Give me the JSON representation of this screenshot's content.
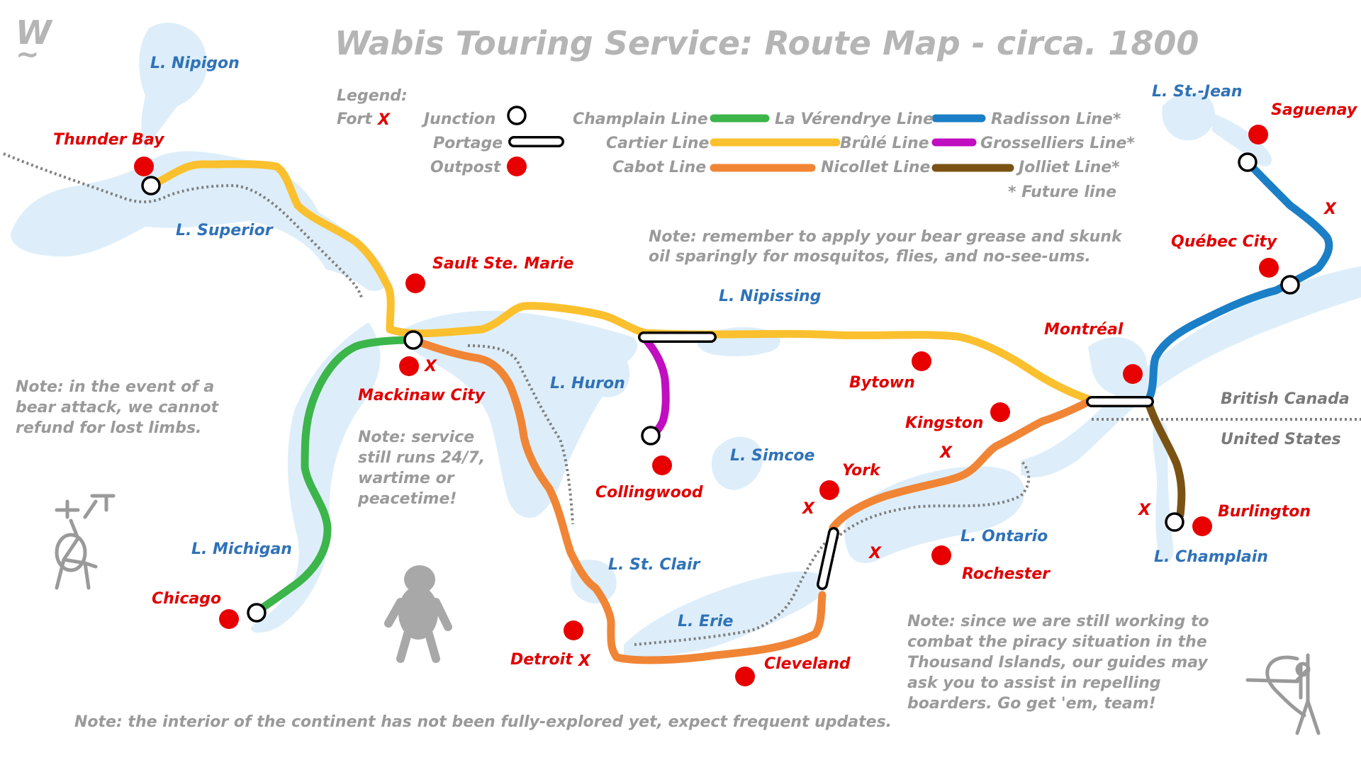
{
  "title": "Wabis Touring Service: Route Map - circa. 1800",
  "logo": "W",
  "legend": {
    "heading": "Legend:",
    "fort": "Fort",
    "fort_mark": "X",
    "junction": "Junction",
    "portage": "Portage",
    "outpost": "Outpost",
    "footnote": "* Future line",
    "lines": [
      {
        "name": "Champlain Line",
        "color": "#3cb54a"
      },
      {
        "name": "Cartier Line",
        "color": "#fbc02d"
      },
      {
        "name": "Cabot Line",
        "color": "#f08536"
      },
      {
        "name": "La Vérendrye Line",
        "color": "#1a7fc6"
      },
      {
        "name": "Brûlé Line",
        "color": "#c00ec0"
      },
      {
        "name": "Nicollet Line",
        "color": "#f08536"
      },
      {
        "name": "Radisson Line*",
        "color": "#1a7fc6"
      },
      {
        "name": "Grosselliers Line*",
        "color": "#c00ec0"
      },
      {
        "name": "Jolliet Line*",
        "color": "#7a5314"
      }
    ]
  },
  "lakes": [
    "L. Nipigon",
    "L. Superior",
    "L. Huron",
    "L. Nipissing",
    "L. Michigan",
    "L. Simcoe",
    "L. St. Clair",
    "L. Erie",
    "L. Ontario",
    "L. St.-Jean",
    "L. Champlain"
  ],
  "places": [
    "Thunder Bay",
    "Sault Ste. Marie",
    "Mackinaw City",
    "Chicago",
    "Detroit",
    "Collingwood",
    "Cleveland",
    "York",
    "Kingston",
    "Rochester",
    "Bytown",
    "Montréal",
    "Québec City",
    "Saguenay",
    "Burlington"
  ],
  "fort_marks": [
    "X",
    "X",
    "X",
    "X",
    "X",
    "X",
    "X",
    "X"
  ],
  "border": {
    "north": "British Canada",
    "south": "United States"
  },
  "notes": [
    "Note: remember to apply your bear grease and skunk",
    "oil sparingly for mosquitos, flies, and no-see-ums.",
    "Note: in the event of a",
    "bear attack, we cannot",
    "refund for lost limbs.",
    "Note: service",
    "still runs 24/7,",
    "wartime or",
    "peacetime!",
    "Note: since we are still working to",
    "combat the piracy situation in the",
    "Thousand Islands, our guides may",
    "ask you to assist in repelling",
    "boarders. Go get 'em, team!",
    "Note: the interior of the continent has not been fully-explored yet, expect frequent updates."
  ],
  "colors": {
    "water": "#ddeefa",
    "outpost": "#e80000",
    "label_red": "#e00000",
    "label_blue": "#2f72b8",
    "note_grey": "#9a9a9a"
  }
}
